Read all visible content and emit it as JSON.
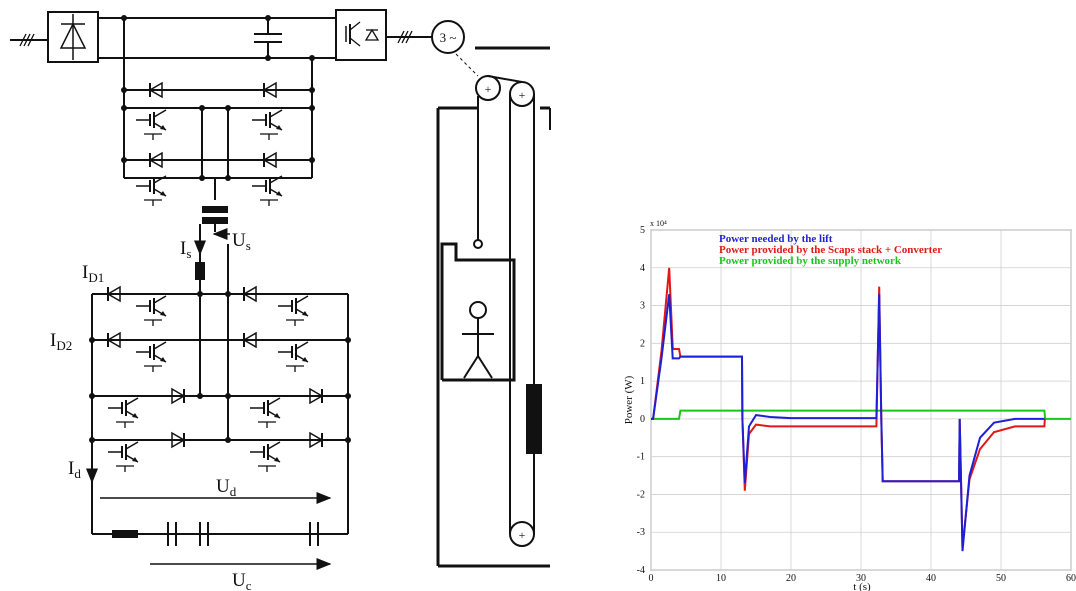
{
  "circuit": {
    "labels": {
      "motor": "3 ~",
      "us_main": "U",
      "us_sub": "s",
      "is_main": "I",
      "is_sub": "s",
      "id1_main": "I",
      "id1_sub": "D1",
      "id2_main": "I",
      "id2_sub": "D2",
      "id_main": "I",
      "id_sub": "d",
      "ud_main": "U",
      "ud_sub": "d",
      "uc_main": "U",
      "uc_sub": "c"
    }
  },
  "chart_data": {
    "type": "line",
    "ylabel": "Power (W)",
    "xlabel": "t (s)",
    "y_multiplier": "x 10⁴",
    "xlim": [
      0,
      60
    ],
    "ylim": [
      -4,
      5
    ],
    "xticks": [
      0,
      10,
      20,
      30,
      40,
      50,
      60
    ],
    "yticks": [
      5,
      4,
      3,
      2,
      1,
      0,
      -1,
      -2,
      -3,
      -4
    ],
    "grid": true,
    "legend_position": "top-left",
    "series": [
      {
        "name": "Power needed by the lift",
        "color": "#1f1fd6",
        "x": [
          0,
          0.3,
          1.5,
          2.6,
          3.1,
          4.0,
          4.2,
          13.0,
          13.05,
          13.4,
          14.0,
          15.0,
          17.0,
          20,
          32.2,
          32.6,
          32.9,
          33.1,
          33.5,
          44.0,
          44.1,
          44.5,
          45.5,
          47,
          49,
          52,
          56.2
        ],
        "y": [
          0,
          0,
          1.6,
          3.3,
          1.6,
          1.6,
          1.65,
          1.65,
          0,
          -1.7,
          -0.2,
          0.1,
          0.05,
          0.02,
          0.02,
          3.3,
          0,
          -1.65,
          -1.65,
          -1.65,
          0,
          -3.5,
          -1.5,
          -0.5,
          -0.1,
          0,
          0
        ]
      },
      {
        "name": "Power provided by the Scaps stack + Converter",
        "color": "#e01818",
        "x": [
          0,
          0.3,
          1.5,
          2.6,
          3.1,
          3.2,
          4.0,
          4.2,
          13.0,
          13.05,
          13.4,
          14.0,
          15.0,
          17.0,
          20,
          32.2,
          32.6,
          32.9,
          33.1,
          33.5,
          44.0,
          44.1,
          44.5,
          45.5,
          47,
          49,
          52,
          56.2,
          56.25
        ],
        "y": [
          0,
          0,
          1.8,
          4.0,
          1.9,
          1.85,
          1.85,
          1.65,
          1.65,
          0,
          -1.9,
          -0.4,
          -0.15,
          -0.2,
          -0.2,
          -0.2,
          3.5,
          0,
          -1.65,
          -1.65,
          -1.65,
          0,
          -3.4,
          -1.6,
          -0.8,
          -0.35,
          -0.2,
          -0.2,
          0
        ]
      },
      {
        "name": "Power provided by the supply network",
        "color": "#18c818",
        "x": [
          0,
          4.0,
          4.2,
          56.2,
          56.3,
          60
        ],
        "y": [
          0,
          0,
          0.22,
          0.22,
          0,
          0
        ]
      }
    ]
  }
}
